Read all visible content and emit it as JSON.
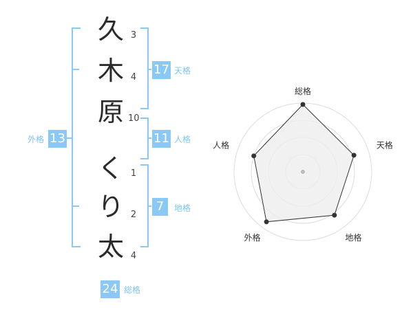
{
  "name": {
    "characters": [
      {
        "char": "久",
        "strokes": "3"
      },
      {
        "char": "木",
        "strokes": "4"
      },
      {
        "char": "原",
        "strokes": "10"
      },
      {
        "char": "く",
        "strokes": "1"
      },
      {
        "char": "り",
        "strokes": "2"
      },
      {
        "char": "太",
        "strokes": "4"
      }
    ]
  },
  "fortune": {
    "tenkaku": {
      "label": "天格",
      "value": "17"
    },
    "jinkaku": {
      "label": "人格",
      "value": "11"
    },
    "chikaku": {
      "label": "地格",
      "value": "7"
    },
    "gaikaku": {
      "label": "外格",
      "value": "13"
    },
    "soukaku": {
      "label": "総格",
      "value": "24"
    }
  },
  "chart_data": {
    "type": "radar",
    "categories": [
      "総格",
      "天格",
      "地格",
      "外格",
      "人格"
    ],
    "values": [
      0.98,
      0.78,
      0.78,
      0.9,
      0.75
    ],
    "range": [
      0,
      1
    ],
    "rings": 4,
    "colors": {
      "line": "#333333",
      "fill": "#eeeeee",
      "point": "#333333",
      "ring": "#dddddd",
      "center": "#bbbbbb"
    }
  },
  "colors": {
    "accent": "#8ac9f6",
    "bracket": "#8ac9f6",
    "label": "#7ec4f4"
  }
}
